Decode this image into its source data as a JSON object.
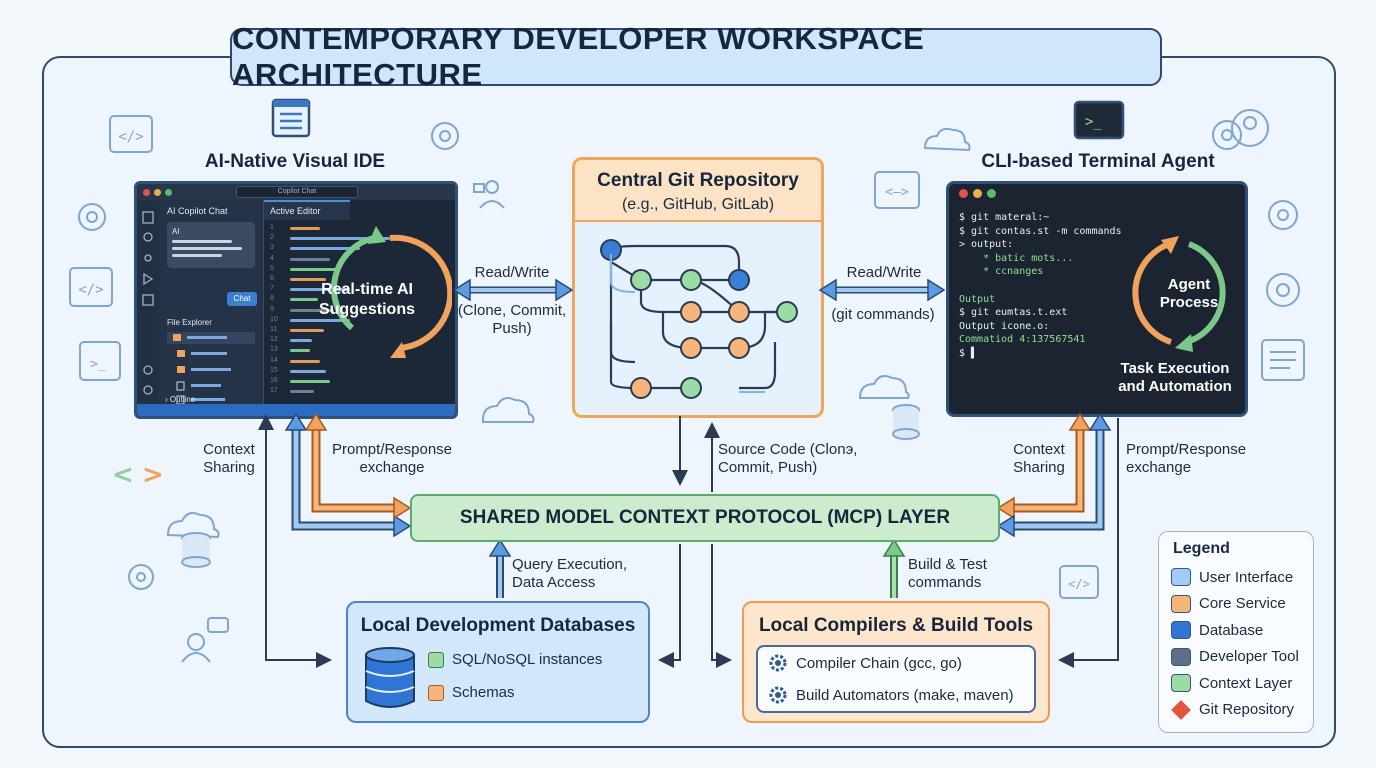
{
  "title": "CONTEMPORARY DEVELOPER WORKSPACE ARCHITECTURE",
  "ide": {
    "heading": "AI-Native Visual IDE",
    "search": "Copilot Chat",
    "sidebar_title": "AI Copilot Chat",
    "chat_ai": "AI",
    "chat_button": "Chat",
    "file_explorer": "File Explorer",
    "outline": "Outline",
    "tab": "Active Editor",
    "line_numbers": [
      "1",
      "2",
      "3",
      "4",
      "5",
      "6",
      "7",
      "8",
      "9",
      "10",
      "11",
      "12",
      "13",
      "14",
      "15",
      "16",
      "17"
    ],
    "cycle_text": "Real-time AI Suggestions"
  },
  "git": {
    "title": "Central Git Repository",
    "subtitle": "(e.g., GitHub, GitLab)"
  },
  "terminal": {
    "heading": "CLI-based Terminal Agent",
    "lines": [
      {
        "text": "$ git materal:~",
        "color": "#e8eef6"
      },
      {
        "text": "$ git contas.st -m commands",
        "color": "#e8eef6"
      },
      {
        "text": "> output:",
        "color": "#e8eef6"
      },
      {
        "text": "    * batic mots...",
        "color": "#8fe08f"
      },
      {
        "text": "    * ccnanges",
        "color": "#8fe08f"
      },
      {
        "text": "",
        "color": "#e8eef6"
      },
      {
        "text": "Output",
        "color": "#8fe08f"
      },
      {
        "text": "$ git eumtas.t.ext",
        "color": "#e8eef6"
      },
      {
        "text": "Output icone.o:",
        "color": "#e8eef6"
      },
      {
        "text": "Commatiod 4:137567541",
        "color": "#8fe08f"
      },
      {
        "text": "$ ▌",
        "color": "#e8eef6"
      }
    ],
    "cycle_text": "Agent Process",
    "task_text": "Task Execution and Automation"
  },
  "mcp": {
    "label": "SHARED MODEL CONTEXT PROTOCOL (MCP) LAYER"
  },
  "databases": {
    "title": "Local Development Databases",
    "items": [
      "SQL/NoSQL instances",
      "Schemas"
    ]
  },
  "compilers": {
    "title": "Local Compilers & Build Tools",
    "items": [
      "Compiler Chain (gcc, go)",
      "Build Automators (make, maven)"
    ]
  },
  "edges": {
    "ide_git_1": "Read/Write",
    "ide_git_2": "(Clone, Commit, Push)",
    "git_term_1": "Read/Write",
    "git_term_2": "(git commands)",
    "ide_context": "Context Sharing",
    "ide_prompt": "Prompt/Response exchange",
    "git_source": "Source Code (Clonэ, Commit, Push)",
    "term_context": "Context Sharing",
    "term_prompt": "Prompt/Response exchange",
    "db_query": "Query Execution, Data Access",
    "build_test": "Build & Test commands"
  },
  "legend": {
    "title": "Legend",
    "items": [
      {
        "label": "User Interface",
        "color": "#9fccf5"
      },
      {
        "label": "Core Service",
        "color": "#f6b57a"
      },
      {
        "label": "Database",
        "color": "#2e75d6"
      },
      {
        "label": "Developer Tool",
        "color": "#5d6f86"
      },
      {
        "label": "Context Layer",
        "color": "#9adba6"
      },
      {
        "label": "Git Repository",
        "color": "#e4533a"
      }
    ]
  },
  "colors": {
    "blue_arrow": "#5b9be6",
    "orange_arrow": "#f1a25c",
    "green_arrow": "#7cc88a",
    "dark_line": "#2a3b52"
  }
}
